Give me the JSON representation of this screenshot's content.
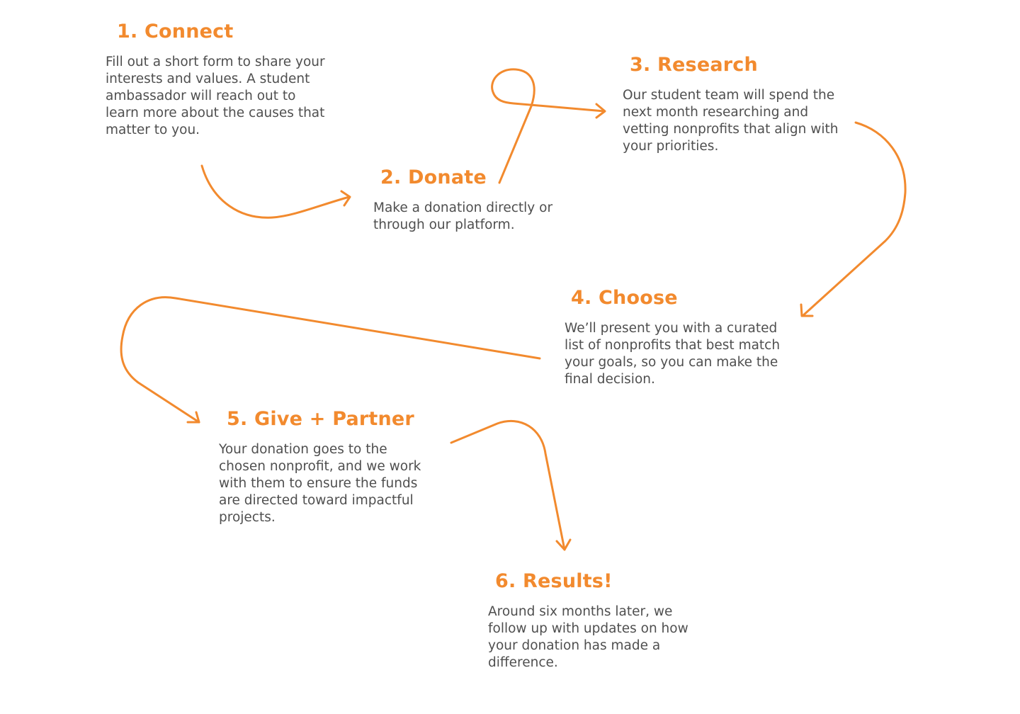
{
  "accent_color": "#F28A2E",
  "text_color": "#4f4f4f",
  "steps": [
    {
      "title": "1. Connect",
      "lines": [
        "Fill out a short form to share your",
        "interests and values. A student",
        "ambassador will reach out to",
        "learn more about the causes that",
        "matter to you."
      ]
    },
    {
      "title": "2. Donate",
      "lines": [
        "Make a donation directly or",
        "through our platform."
      ]
    },
    {
      "title": "3. Research",
      "lines": [
        "Our student team will spend the",
        "next month researching and",
        "vetting nonprofits that align with",
        "your priorities."
      ]
    },
    {
      "title": "4. Choose",
      "lines": [
        "We’ll present you with a curated",
        "list of nonprofits that best match",
        "your goals, so you can make the",
        "final decision."
      ]
    },
    {
      "title": "5. Give + Partner",
      "lines": [
        "Your donation goes to the",
        "chosen nonprofit, and we work",
        "with them to ensure the funds",
        "are directed toward impactful",
        "projects."
      ]
    },
    {
      "title": "6. Results!",
      "lines": [
        "Around six months later, we",
        "follow up with updates on how",
        "your donation has made a",
        "difference."
      ]
    }
  ]
}
